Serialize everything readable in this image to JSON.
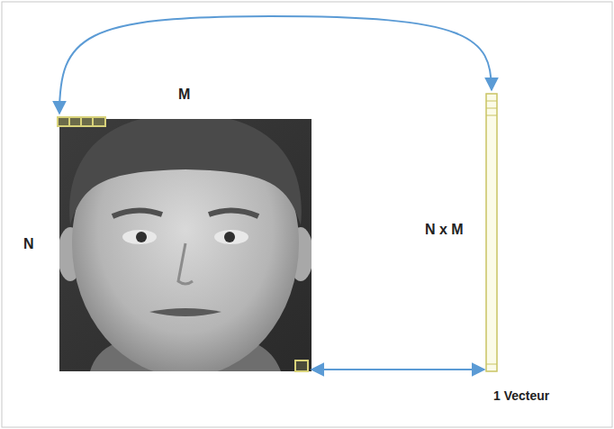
{
  "diagram": {
    "labels": [
      "M",
      "N",
      "N x M",
      "1 Vecteur"
    ]
  }
}
